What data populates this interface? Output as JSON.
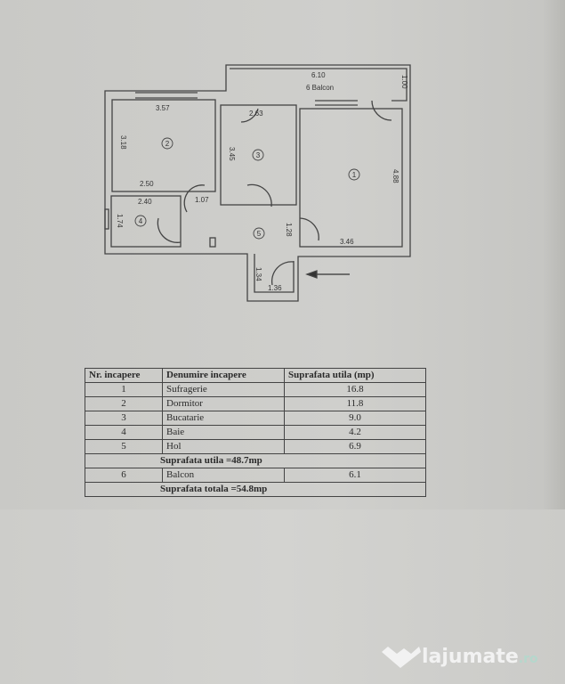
{
  "plan": {
    "balcony_label": "6 Balcon",
    "dimensions": {
      "balcony_width": "6.10",
      "balcony_depth": "1.00",
      "room2_width": "3.57",
      "room2_depth": "3.18",
      "room2_bottom": "2.50",
      "kitchen_top": "2.63",
      "kitchen_depth": "3.45",
      "room1_depth": "4.88",
      "room1_width": "3.46",
      "bath_width": "2.40",
      "bath_depth": "1.74",
      "hall_door": "1.07",
      "hall_depth": "1.28",
      "entry_depth": "1.34",
      "entry_width": "1.36"
    },
    "room_numbers": [
      "1",
      "2",
      "3",
      "4",
      "5"
    ]
  },
  "table": {
    "headers": [
      "Nr. incapere",
      "Denumire incapere",
      "Suprafata utila (mp)"
    ],
    "rows": [
      {
        "nr": "1",
        "name": "Sufragerie",
        "area": "16.8"
      },
      {
        "nr": "2",
        "name": "Dormitor",
        "area": "11.8"
      },
      {
        "nr": "3",
        "name": "Bucatarie",
        "area": "9.0"
      },
      {
        "nr": "4",
        "name": "Baie",
        "area": "4.2"
      },
      {
        "nr": "5",
        "name": "Hol",
        "area": "6.9"
      }
    ],
    "subtotal": "Suprafata utila =48.7mp",
    "balcony_row": {
      "nr": "6",
      "name": "Balcon",
      "area": "6.1"
    },
    "total": "Suprafata totala =54.8mp"
  },
  "watermark": {
    "name": "lajumate",
    "tld": ".ro"
  }
}
